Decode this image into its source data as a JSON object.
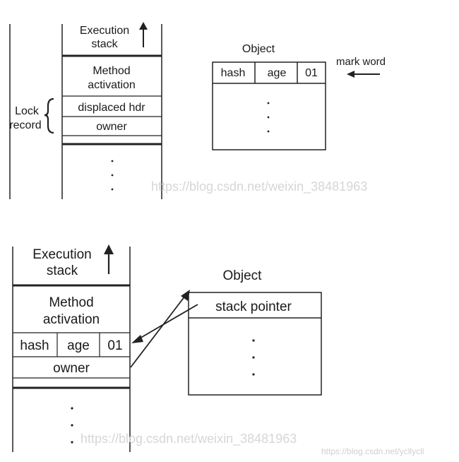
{
  "diagram_top": {
    "stack_title_line1": "Execution",
    "stack_title_line2": "stack",
    "method_line1": "Method",
    "method_line2": "activation",
    "displaced_hdr": "displaced hdr",
    "owner": "owner",
    "lock_record_line1": "Lock",
    "lock_record_line2": "record",
    "object_title": "Object",
    "hash": "hash",
    "age": "age",
    "lock_bits": "01",
    "mark_word": "mark word"
  },
  "diagram_bottom": {
    "stack_title_line1": "Execution",
    "stack_title_line2": "stack",
    "method_line1": "Method",
    "method_line2": "activation",
    "hash": "hash",
    "age": "age",
    "lock_bits": "01",
    "owner": "owner",
    "object_title": "Object",
    "stack_pointer": "stack pointer"
  },
  "watermarks": {
    "top": "https://blog.csdn.net/weixin_38481963",
    "bottom": "https://blog.csdn.net/weixin_38481963",
    "corner": "https://blog.csdn.net/ycllycll"
  },
  "icons": [
    "up-arrow-icon",
    "left-arrow-icon",
    "curly-brace-icon",
    "ellipsis-icon"
  ]
}
